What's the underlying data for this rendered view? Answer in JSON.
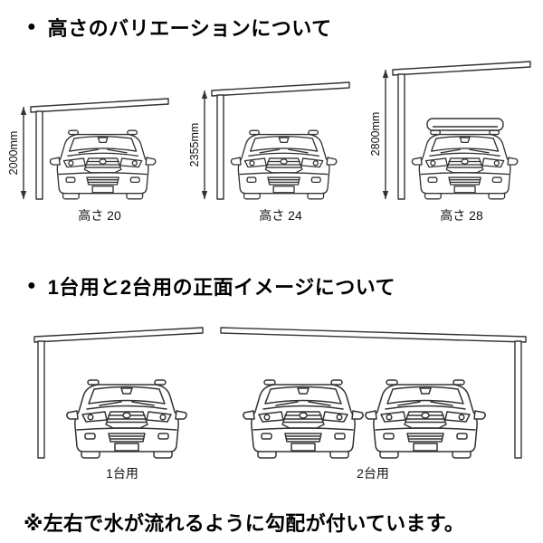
{
  "page": {
    "background": "#ffffff",
    "line_color": "#333333"
  },
  "sections": {
    "height_variation": {
      "bullet": "●",
      "title": "高さのバリエーションについて",
      "diagrams": [
        {
          "dimension": "2000mm",
          "label": "高さ 20"
        },
        {
          "dimension": "2355mm",
          "label": "高さ 24"
        },
        {
          "dimension": "2800mm",
          "label": "高さ 28"
        }
      ]
    },
    "front_image": {
      "bullet": "●",
      "title": "1台用と2台用の正面イメージについて",
      "diagrams": [
        {
          "label": "1台用"
        },
        {
          "label": "2台用"
        }
      ]
    },
    "note": "※左右で水が流れるように勾配が付いています。"
  }
}
